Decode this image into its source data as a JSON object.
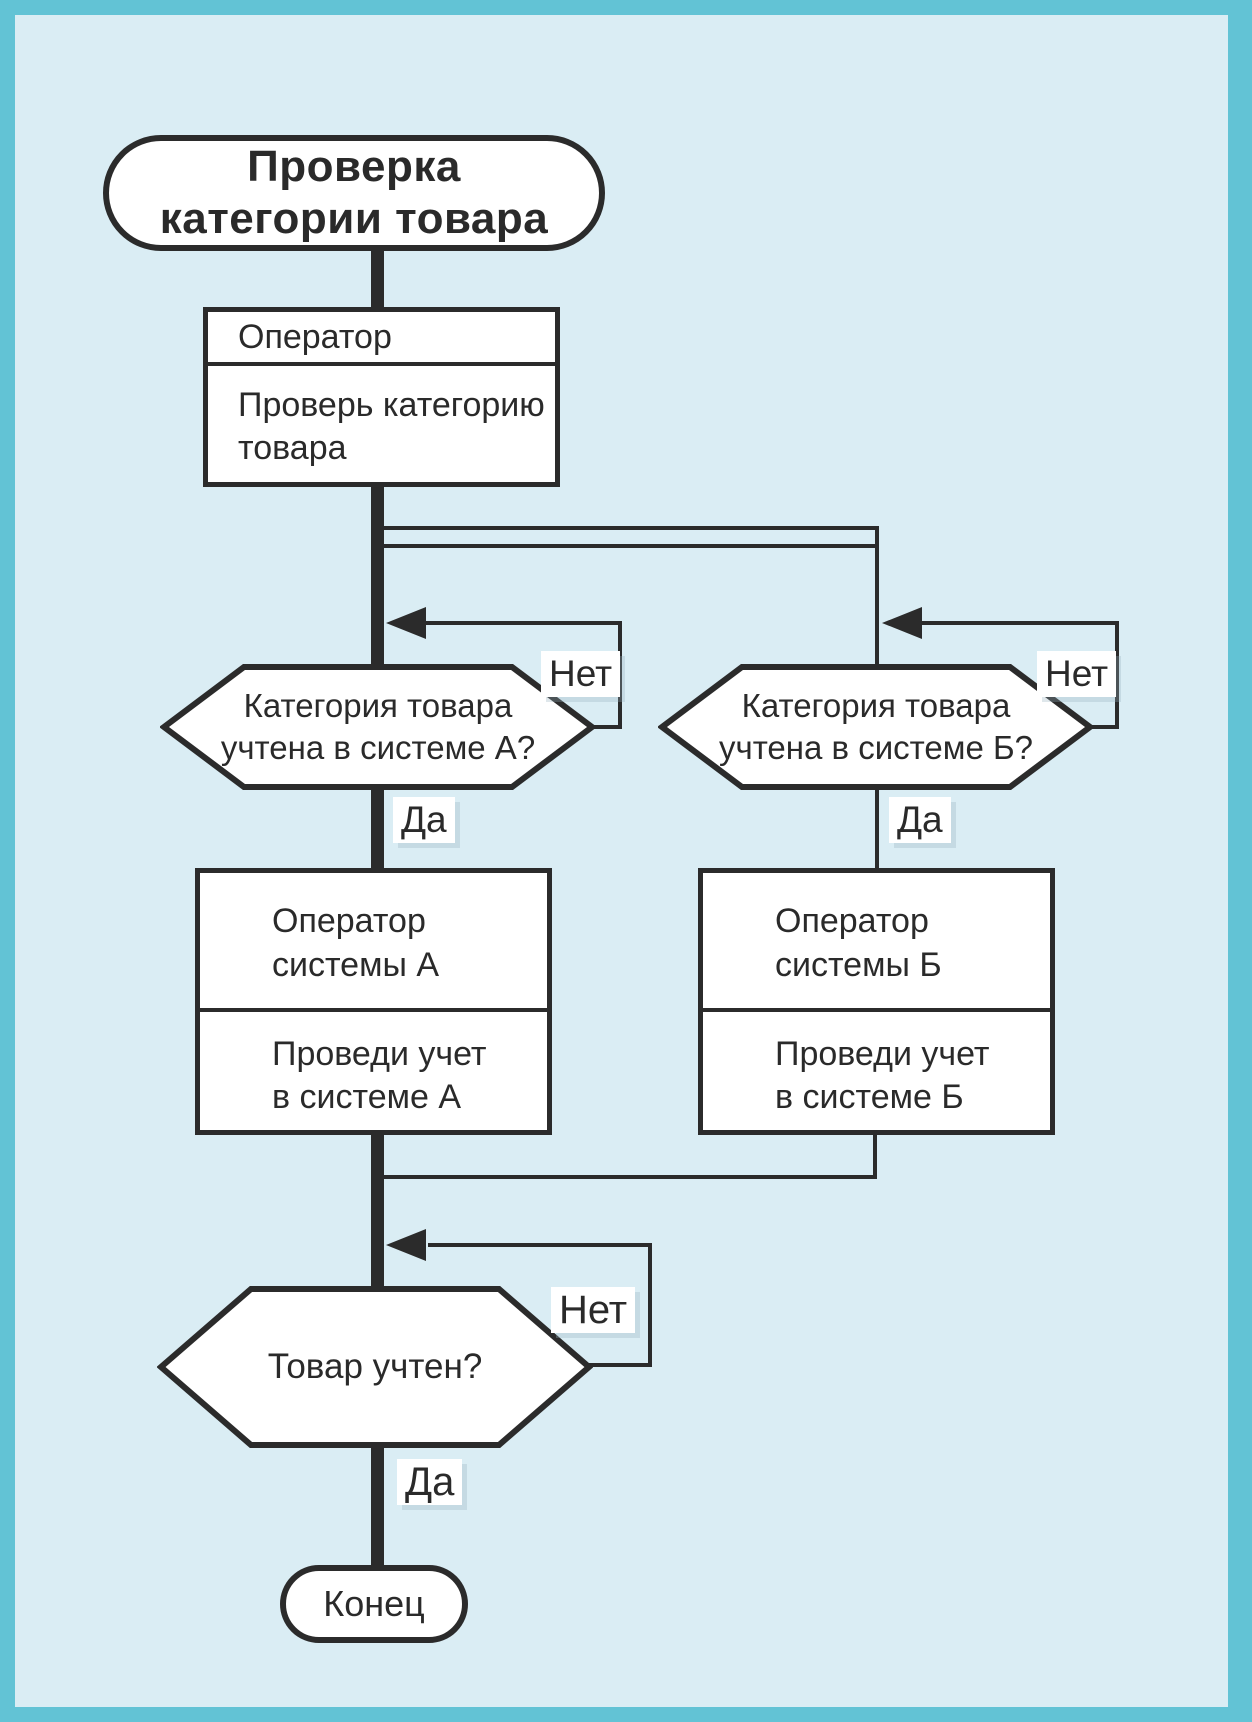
{
  "diagram": {
    "title_lines": [
      "Проверка",
      "категории товара"
    ],
    "operator_box": {
      "header": "Оператор",
      "body_line1": "Проверь категорию",
      "body_line2": "товара"
    },
    "decision_a": {
      "line1": "Категория товара",
      "line2": "учтена в системе А?"
    },
    "decision_b": {
      "line1": "Категория товара",
      "line2": "учтена в системе Б?"
    },
    "system_a_box": {
      "header_line1": "Оператор",
      "header_line2": "системы А",
      "body_line1": "Проведи учет",
      "body_line2": "в системе А"
    },
    "system_b_box": {
      "header_line1": "Оператор",
      "header_line2": "системы Б",
      "body_line1": "Проведи учет",
      "body_line2": "в системе Б"
    },
    "decision_final": {
      "line1": "Товар учтен?"
    },
    "end_label": "Конец",
    "labels": {
      "yes_a": "Да",
      "no_a": "Нет",
      "yes_b": "Да",
      "no_b": "Нет",
      "yes_final": "Да",
      "no_final": "Нет"
    },
    "colors": {
      "frame": "#62c3d5",
      "background": "#daedf4",
      "line": "#2b2b2b",
      "shape_fill": "#ffffff",
      "text": "#2a2a2a"
    }
  }
}
